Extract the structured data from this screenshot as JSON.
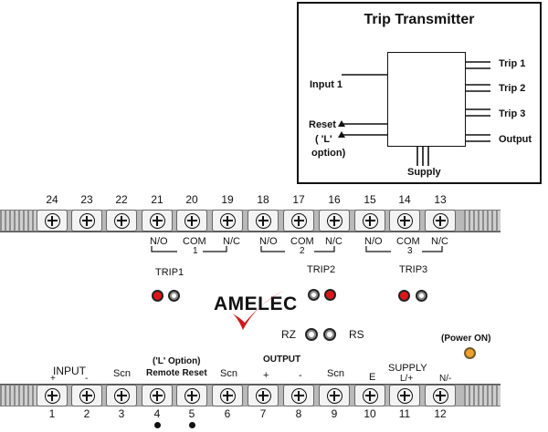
{
  "transmitter": {
    "title": "Trip Transmitter",
    "input": "Input 1",
    "reset": "Reset",
    "reset_option_1": "( 'L'",
    "reset_option_2": "option)",
    "supply": "Supply",
    "outputs": [
      "Trip  1",
      "Trip  2",
      "Trip  3",
      "Output"
    ]
  },
  "terminals": {
    "top_numbers": [
      "24",
      "23",
      "22",
      "21",
      "20",
      "19",
      "18",
      "17",
      "16",
      "15",
      "14",
      "13"
    ],
    "bottom_numbers": [
      "1",
      "2",
      "3",
      "4",
      "5",
      "6",
      "7",
      "8",
      "9",
      "10",
      "11",
      "12"
    ]
  },
  "relays": [
    {
      "no": "N/O",
      "com": "COM",
      "com_num": "1",
      "nc": "N/C",
      "trip": "TRIP1",
      "led_states": [
        "red",
        "grey"
      ]
    },
    {
      "no": "N/O",
      "com": "COM",
      "com_num": "2",
      "nc": "N/C",
      "trip": "TRIP2",
      "led_states": [
        "grey",
        "red"
      ]
    },
    {
      "no": "N/O",
      "com": "COM",
      "com_num": "3",
      "nc": "N/C",
      "trip": "TRIP3",
      "led_states": [
        "red",
        "grey"
      ]
    }
  ],
  "body": {
    "brand": "AMELEC",
    "rz": "RZ",
    "rs": "RS",
    "power": "(Power ON)"
  },
  "bottom_labels": {
    "input": "INPUT",
    "input_plus": "+",
    "input_minus": "-",
    "scn1": "Scn",
    "l_option": "('L' Option)",
    "remote_reset": "Remote Reset",
    "scn2": "Scn",
    "output": "OUTPUT",
    "out_plus": "+",
    "out_minus": "-",
    "scn3": "Scn",
    "e": "E",
    "supply": "SUPPLY",
    "l_plus": "L/+",
    "n_minus": "N/-"
  },
  "colors": {
    "led_red": "#e0151a",
    "power_led": "#f0a02a",
    "check_red": "#d8141b"
  }
}
